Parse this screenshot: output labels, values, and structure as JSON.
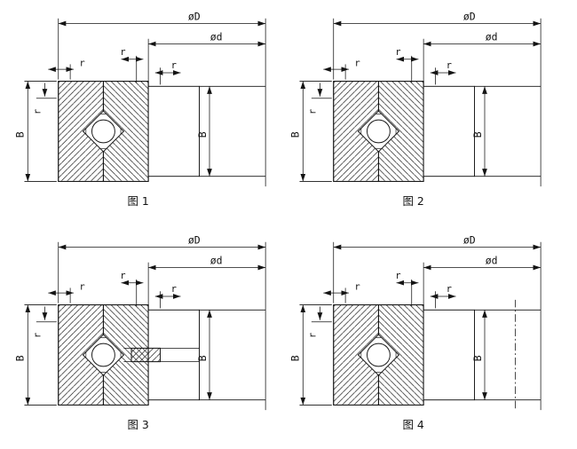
{
  "drawing": {
    "background": "#ffffff",
    "line_color": "#141414",
    "description_labels": {
      "outer_diameter_symbol": "øD",
      "inner_diameter_symbol": "ød",
      "width_symbol": "B",
      "chamfer_symbol": "r"
    }
  },
  "figures": [
    {
      "caption": "图 1",
      "labels": {
        "outer_diameter": "øD",
        "inner_diameter": "ød",
        "width_outer": "B",
        "width_inner": "B",
        "chamfer_top_outer": "r",
        "chamfer_side_outer": "r",
        "chamfer_top_inner_left": "r",
        "chamfer_top_inner_right": "r"
      }
    },
    {
      "caption": "图 2",
      "labels": {
        "outer_diameter": "øD",
        "inner_diameter": "ød",
        "width_outer": "B",
        "width_inner": "B",
        "chamfer_top_outer": "r",
        "chamfer_side_outer": "r",
        "chamfer_top_inner_left": "r",
        "chamfer_top_inner_right": "r"
      }
    },
    {
      "caption": "图 3",
      "labels": {
        "outer_diameter": "øD",
        "inner_diameter": "ød",
        "width_outer": "B",
        "width_inner": "B",
        "chamfer_top_outer": "r",
        "chamfer_side_outer": "r",
        "chamfer_top_inner_left": "r",
        "chamfer_top_inner_right": "r"
      }
    },
    {
      "caption": "图 4",
      "labels": {
        "outer_diameter": "øD",
        "inner_diameter": "ød",
        "width_outer": "B",
        "width_inner": "B",
        "chamfer_top_outer": "r",
        "chamfer_side_outer": "r",
        "chamfer_top_inner_left": "r",
        "chamfer_top_inner_right": "r"
      }
    }
  ]
}
